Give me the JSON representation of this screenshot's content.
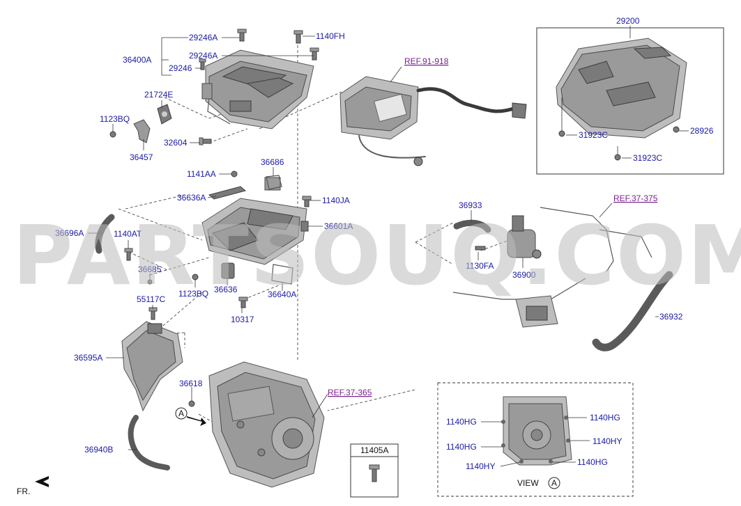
{
  "labels": {
    "l_29246A_1": "29246A",
    "l_1140FH": "1140FH",
    "l_36400A": "36400A",
    "l_29246A_2": "29246A",
    "l_29246": "29246",
    "l_21724E": "21724E",
    "l_1123BQ_1": "1123BQ",
    "l_36457": "36457",
    "l_32604": "32604",
    "l_1141AA": "1141AA",
    "l_36686": "36686",
    "l_36636A": "36636A",
    "l_1140JA": "1140JA",
    "l_36696A": "36696A",
    "l_1140AT": "1140AT",
    "l_36601A": "36601A",
    "l_36685": "36685",
    "l_1123BQ_2": "1123BQ",
    "l_36636": "36636",
    "l_36640A": "36640A",
    "l_55117C": "55117C",
    "l_10317": "10317",
    "l_36595A": "36595A",
    "l_36618": "36618",
    "l_36940B": "36940B",
    "l_29200": "29200",
    "l_31923C_1": "31923C",
    "l_28926": "28926",
    "l_31923C_2": "31923C",
    "l_36933": "36933",
    "l_1130FA": "1130FA",
    "l_36900": "36900",
    "l_36932": "36932",
    "l_1140HG_1": "1140HG",
    "l_1140HG_2": "1140HG",
    "l_1140HG_3": "1140HG",
    "l_1140HY_1": "1140HY",
    "l_1140HY_2": "1140HY",
    "l_1140HG_4": "1140HG",
    "l_11405A": "11405A"
  },
  "refs": {
    "r_91_918": "REF.91-918",
    "r_37_375": "REF.37-375",
    "r_37_365": "REF.37-365"
  },
  "view": {
    "text": "VIEW",
    "marker": "A"
  },
  "marker_a": "A",
  "fr": "FR.",
  "watermark": "PARTSOUQ.COM"
}
